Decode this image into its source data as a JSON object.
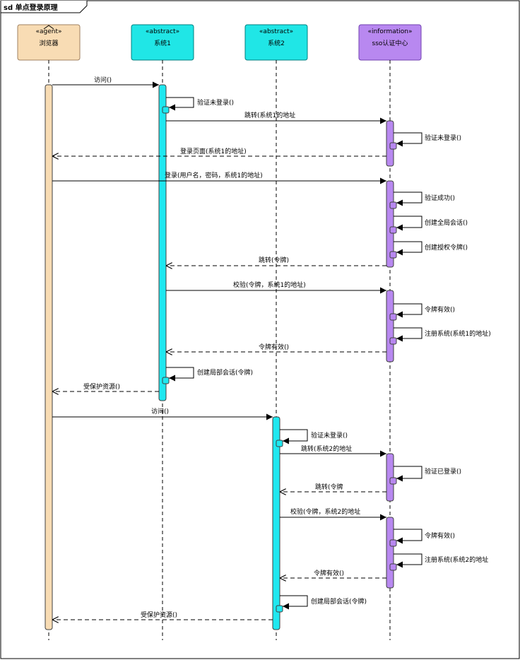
{
  "frame": {
    "title": "sd 单点登录原理"
  },
  "lifelines": [
    {
      "id": "browser",
      "stereotype": "«agent»",
      "name": "浏览器",
      "fill": "#f8dcb4",
      "bar": "#f8dcb4"
    },
    {
      "id": "sys1",
      "stereotype": "«abstract»",
      "name": "系统1",
      "fill": "#20e6e6",
      "bar": "#1fe8f0"
    },
    {
      "id": "sys2",
      "stereotype": "«abstract»",
      "name": "系统2",
      "fill": "#20e6e6",
      "bar": "#1fe8f0"
    },
    {
      "id": "sso",
      "stereotype": "«information»",
      "name": "sso认证中心",
      "fill": "#b888f0",
      "bar": "#b888f0"
    }
  ],
  "messages": [
    {
      "label": "访问()"
    },
    {
      "label": "验证未登录()"
    },
    {
      "label": "跳转(系统1的地址"
    },
    {
      "label": "验证未登录()"
    },
    {
      "label": "登录页面(系统1的地址)"
    },
    {
      "label": "登录(用户名，密码，系统1的地址)"
    },
    {
      "label": "验证成功()"
    },
    {
      "label": "创建全局会话()"
    },
    {
      "label": "创建授权令牌()"
    },
    {
      "label": "跳转(令牌)"
    },
    {
      "label": "校验(令牌，系统1的地址)"
    },
    {
      "label": "令牌有效()"
    },
    {
      "label": "注册系统(系统1的地址)"
    },
    {
      "label": "令牌有效()"
    },
    {
      "label": "创建局部会话(令牌)"
    },
    {
      "label": "受保护资源()"
    },
    {
      "label": "访问()"
    },
    {
      "label": "验证未登录()"
    },
    {
      "label": "跳转(系统2的地址"
    },
    {
      "label": "验证已登录()"
    },
    {
      "label": "跳转(令牌"
    },
    {
      "label": "校验(令牌，系统2的地址"
    },
    {
      "label": "令牌有效()"
    },
    {
      "label": "注册系统(系统2的地址"
    },
    {
      "label": "令牌有效()"
    },
    {
      "label": "创建局部会话(令牌)"
    },
    {
      "label": "受保护资源()"
    }
  ]
}
